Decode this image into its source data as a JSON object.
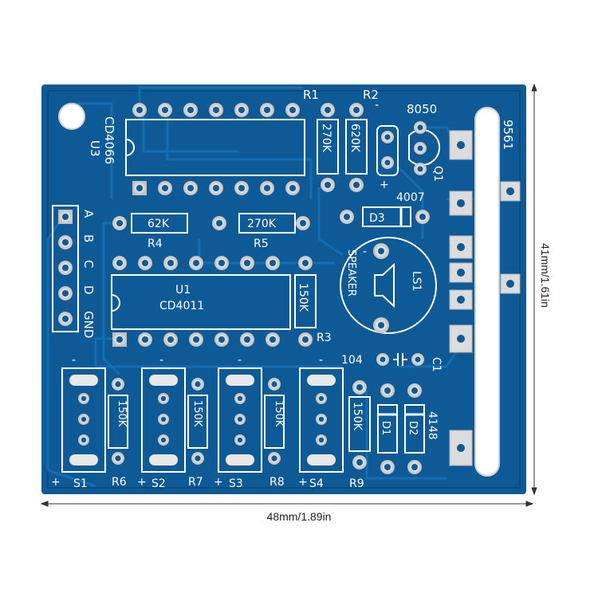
{
  "colors": {
    "board": "#0d5a96",
    "board_dark": "#0a4a7d",
    "trace": "#0e66a8",
    "silk": "#ffffff",
    "pad": "#d9d9d9",
    "pad_inner": "#f2f2f2"
  },
  "dimensions": {
    "width_label": "48mm/1.89in",
    "height_label": "41mm/1.61in"
  },
  "silkscreen": {
    "u3_part": "CD4066",
    "u3_ref": "U3",
    "r1": "R1",
    "r2": "R2",
    "r1_value": "270K",
    "r2_value": "620K",
    "q1_part": "8050",
    "q1_ref": "Q1",
    "plus": "+",
    "minus": "-",
    "d3_part": "4007",
    "d3_ref": "D3",
    "r4_value": "62K",
    "r4_ref": "R4",
    "r5_value": "270K",
    "r5_ref": "R5",
    "label_a": "A",
    "label_b": "B",
    "label_c": "C",
    "label_d": "D",
    "label_gnd": "GND",
    "u1_ref": "U1",
    "u1_part": "CD4011",
    "r3_value": "150K",
    "r3_ref": "R3",
    "speaker_label": "SPEAKER",
    "ls1_ref": "LS1",
    "c1_value": "104",
    "c1_ref": "C1",
    "edge_label": "9561",
    "res_value": "150K",
    "s1": "S1",
    "s2": "S2",
    "s3": "S3",
    "s4": "S4",
    "r6": "R6",
    "r7": "R7",
    "r8": "R8",
    "r9": "R9",
    "d1": "D1",
    "d2": "D2",
    "diode_part": "4148"
  }
}
